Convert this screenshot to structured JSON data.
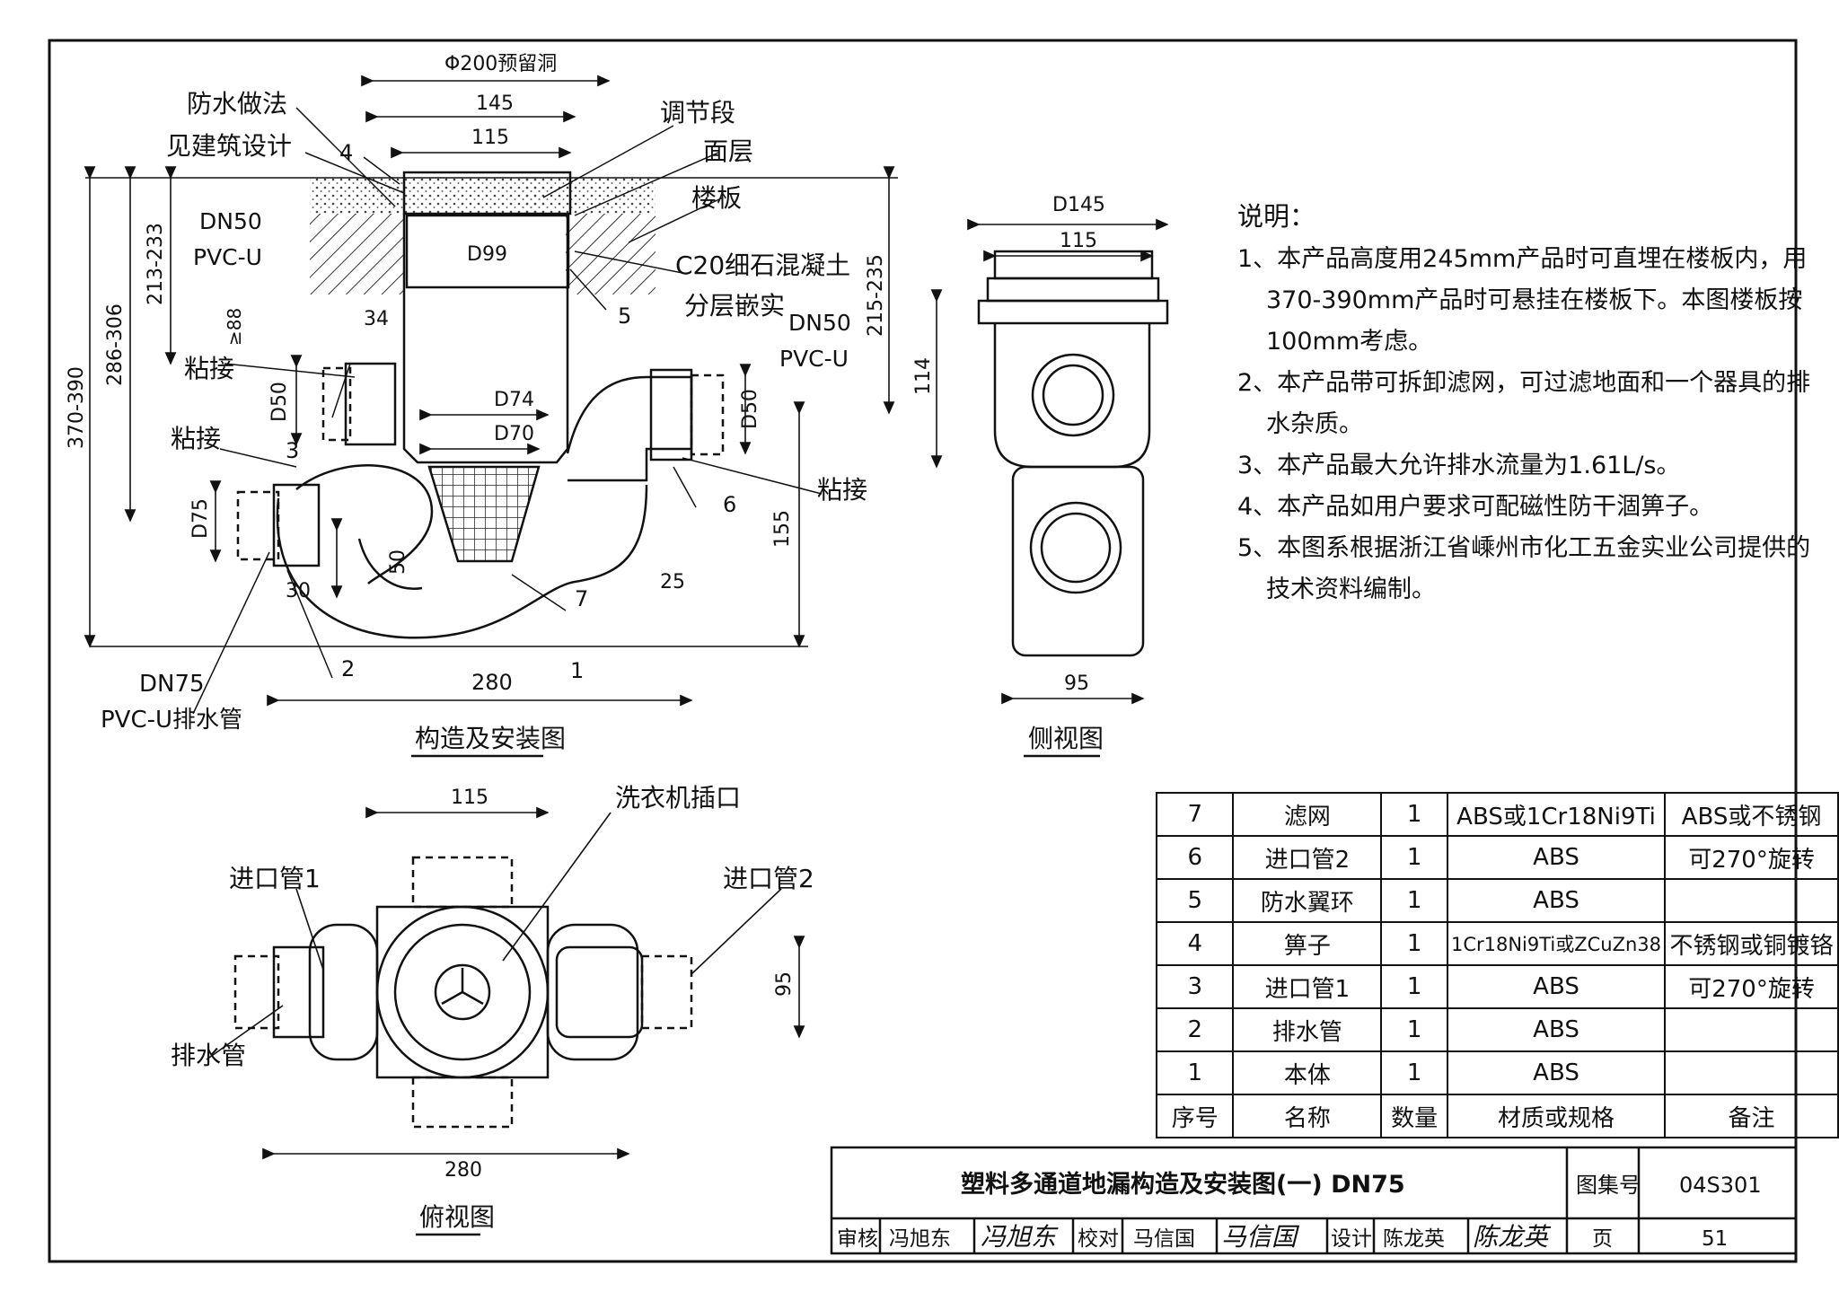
{
  "drawings": {
    "section": {
      "caption": "构造及安装图",
      "labels": {
        "hole": "Φ200预留洞",
        "waterproof": "防水做法",
        "see_arch": "见建筑设计",
        "adjust": "调节段",
        "surface": "面层",
        "slab": "楼板",
        "concrete": "C20细石混凝土",
        "fill": "分层嵌实",
        "dn50_left": "DN50",
        "pvcu_left": "PVC-U",
        "dn50_right": "DN50",
        "pvcu_right": "PVC-U",
        "glue1": "粘接",
        "glue2": "粘接",
        "glue3": "粘接",
        "dn75": "DN75",
        "pvcu_drain": "PVC-U排水管"
      },
      "dims": {
        "d145": "145",
        "d115": "115",
        "d99": "D99",
        "d74": "D74",
        "d70": "D70",
        "d34": "34",
        "ge88": "≥88",
        "d50a": "D50",
        "d50b": "D50",
        "d75": "D75",
        "d30": "30",
        "d50v": "50",
        "d25": "25",
        "d155": "155",
        "d280": "280",
        "h370": "370-390",
        "h286": "286-306",
        "h213": "213-233",
        "h215": "215-235"
      },
      "callouts": [
        "1",
        "2",
        "3",
        "4",
        "5",
        "6",
        "7"
      ]
    },
    "side": {
      "caption": "侧视图",
      "dims": {
        "d145": "D145",
        "d115": "115",
        "d114": "114",
        "d95": "95"
      }
    },
    "top": {
      "caption": "俯视图",
      "labels": {
        "washer": "洗衣机插口",
        "inlet1": "进口管1",
        "inlet2": "进口管2",
        "drain": "排水管"
      },
      "dims": {
        "d115": "115",
        "d95": "95",
        "d280": "280"
      }
    }
  },
  "notes": {
    "title": "说明：",
    "items": [
      "1、本产品高度用245mm产品时可直埋在楼板内，用370-390mm产品时可悬挂在楼板下。本图楼板按100mm考虑。",
      "2、本产品带可拆卸滤网，可过滤地面和一个器具的排水杂质。",
      "3、本产品最大允许排水流量为1.61L/s。",
      "4、本产品如用户要求可配磁性防干涸箅子。",
      "5、本图系根据浙江省嵊州市化工五金实业公司提供的技术资料编制。"
    ]
  },
  "parts_table": {
    "headers": [
      "序号",
      "名称",
      "数量",
      "材质或规格",
      "备注"
    ],
    "rows": [
      [
        "7",
        "滤网",
        "1",
        "ABS或1Cr18Ni9Ti",
        "ABS或不锈钢"
      ],
      [
        "6",
        "进口管2",
        "1",
        "ABS",
        "可270°旋转"
      ],
      [
        "5",
        "防水翼环",
        "1",
        "ABS",
        ""
      ],
      [
        "4",
        "箅子",
        "1",
        "1Cr18Ni9Ti或ZCuZn38",
        "不锈钢或铜镀铬"
      ],
      [
        "3",
        "进口管1",
        "1",
        "ABS",
        "可270°旋转"
      ],
      [
        "2",
        "排水管",
        "1",
        "ABS",
        ""
      ],
      [
        "1",
        "本体",
        "1",
        "ABS",
        ""
      ]
    ]
  },
  "title_block": {
    "title": "塑料多通道地漏构造及安装图(一)  DN75",
    "atlas_label": "图集号",
    "atlas_no": "04S301",
    "page_label": "页",
    "page_no": "51",
    "review_label": "审核",
    "reviewer": "冯旭东",
    "reviewer_sig": "冯旭东",
    "check_label": "校对",
    "checker": "马信国",
    "checker_sig": "马信国",
    "design_label": "设计",
    "designer": "陈龙英",
    "designer_sig": "陈龙英"
  }
}
